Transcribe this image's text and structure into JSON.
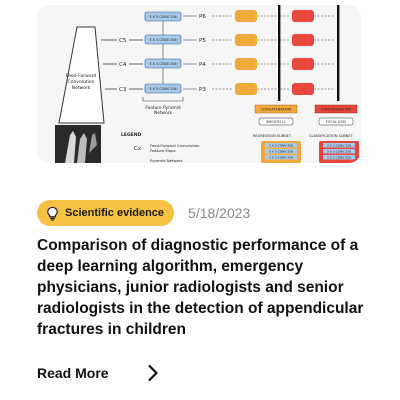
{
  "figure": {
    "levels": [
      "C5",
      "C4",
      "C3"
    ],
    "pyramid_outputs": [
      "P6",
      "P5",
      "P4",
      "P3"
    ],
    "conv_label": "3 X 3 CONV 256",
    "backbone_label": [
      "Feed-Forward",
      "Convolution",
      "Network"
    ],
    "fpn_label": [
      "Feature Pyramid",
      "Network"
    ],
    "concat_label": "CONCATENATION",
    "smooth_loss": "SMOOTH L1",
    "focal_loss": "FOCAL LOSS",
    "legend": "LEGEND",
    "legend_cx": "Cx",
    "legend_ff": [
      "Feed-Forward Convolution",
      "Feature Maps"
    ],
    "legend_fpn": "Pyramid Network",
    "regression_subnet": "REGRESSION SUBNET",
    "classification_subnet": "CLASSIFICATION SUBNET"
  },
  "badge": {
    "icon": "lightbulb-icon",
    "label": "Scientific evidence",
    "color": "#f6c244"
  },
  "date": "5/18/2023",
  "title": "Comparison of diagnostic performance of a deep learning algorithm, emergency physicians, junior radiologists and senior radiologists in the detection of appendicular fractures in children",
  "read_more": {
    "label": "Read More",
    "icon": "chevron-right-icon"
  }
}
